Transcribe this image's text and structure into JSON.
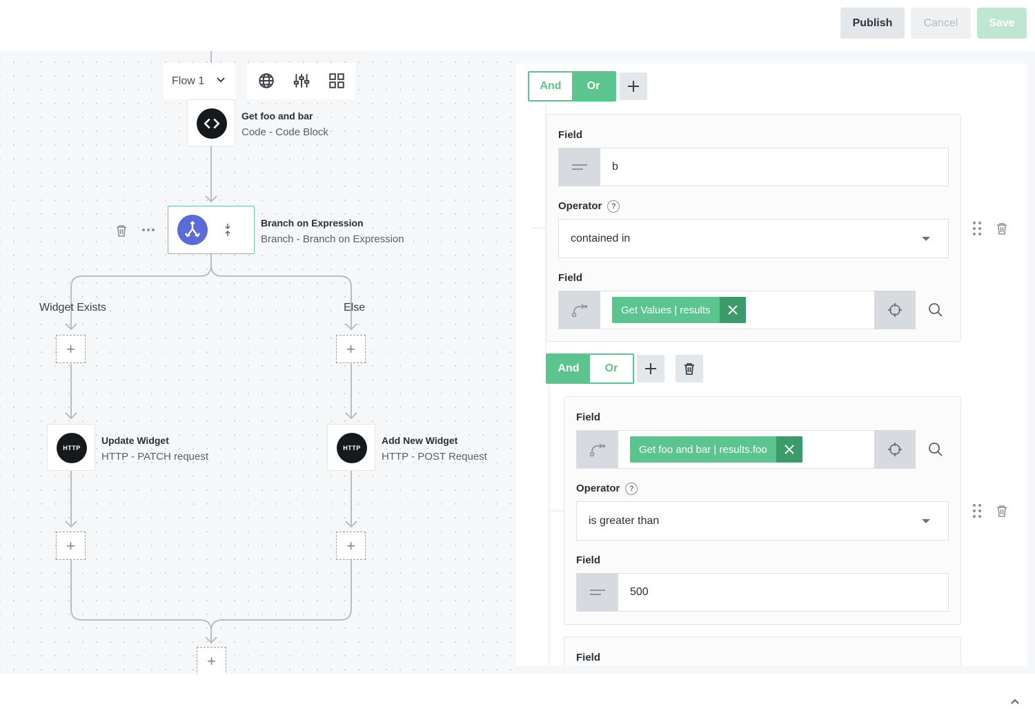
{
  "header": {
    "publish_label": "Publish",
    "cancel_label": "Cancel",
    "save_label": "Save"
  },
  "canvas": {
    "flow_selector": "Flow 1",
    "nodes": {
      "code": {
        "title": "Get foo and bar",
        "subtitle": "Code - Code Block"
      },
      "branch": {
        "title": "Branch on Expression",
        "subtitle": "Branch - Branch on Expression"
      },
      "update": {
        "title": "Update Widget",
        "subtitle": "HTTP - PATCH request",
        "icon_text": "HTTP"
      },
      "add": {
        "title": "Add New Widget",
        "subtitle": "HTTP - POST Request",
        "icon_text": "HTTP"
      }
    },
    "branch_labels": {
      "left": "Widget Exists",
      "right": "Else"
    }
  },
  "panel": {
    "top_group": {
      "and_label": "And",
      "or_label": "Or",
      "active": "Or"
    },
    "condition1": {
      "field1_label": "Field",
      "field1_value": "b",
      "operator_label": "Operator",
      "operator_value": "contained in",
      "field2_label": "Field",
      "field2_chip": "Get Values | results"
    },
    "sub_group": {
      "and_label": "And",
      "or_label": "Or",
      "active": "And"
    },
    "condition2": {
      "field1_label": "Field",
      "field1_chip": "Get foo and bar | results.foo",
      "operator_label": "Operator",
      "operator_value": "is greater than",
      "field2_label": "Field",
      "field2_value": "500"
    },
    "condition3": {
      "field1_label": "Field"
    }
  },
  "colors": {
    "accent": "#5cc48f",
    "accent_dark": "#3d9a6b",
    "branch_node": "#5b6bd8"
  }
}
